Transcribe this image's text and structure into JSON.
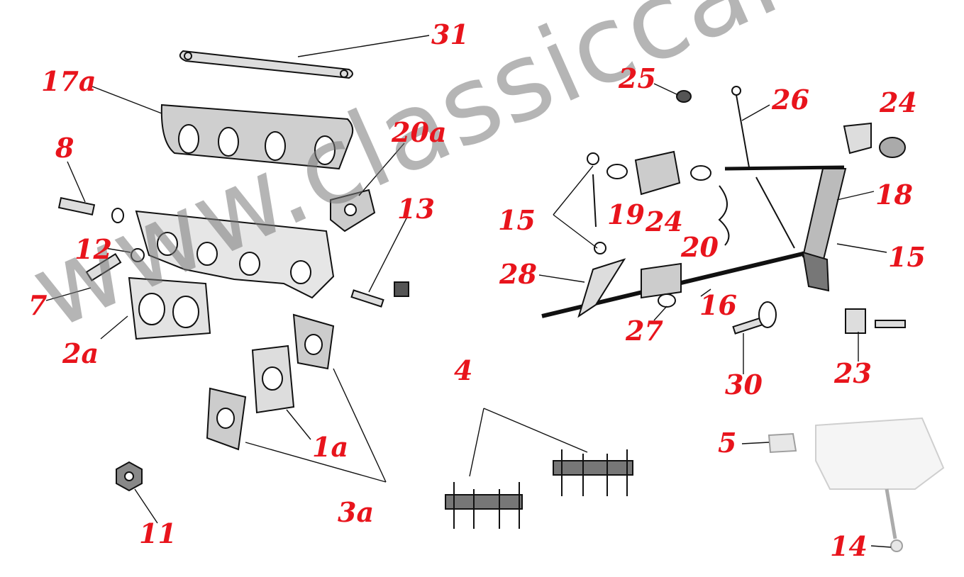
{
  "watermark": "www.classiccars.co.at",
  "colors": {
    "callout": "#e8141c",
    "line": "#111111",
    "watermark": "#7a7a7a"
  },
  "callouts": {
    "c31": "31",
    "c17a": "17a",
    "c8": "8",
    "c20a": "20a",
    "c13": "13",
    "c12": "12",
    "c7": "7",
    "c2a": "2a",
    "c1a": "1a",
    "c3a": "3a",
    "c11": "11",
    "c4": "4",
    "c25": "25",
    "c26": "26",
    "c24r": "24",
    "c18": "18",
    "c15l": "15",
    "c19": "19",
    "c24m": "24",
    "c20": "20",
    "c15r": "15",
    "c28": "28",
    "c16": "16",
    "c27": "27",
    "c30": "30",
    "c23": "23",
    "c5": "5",
    "c14": "14"
  }
}
